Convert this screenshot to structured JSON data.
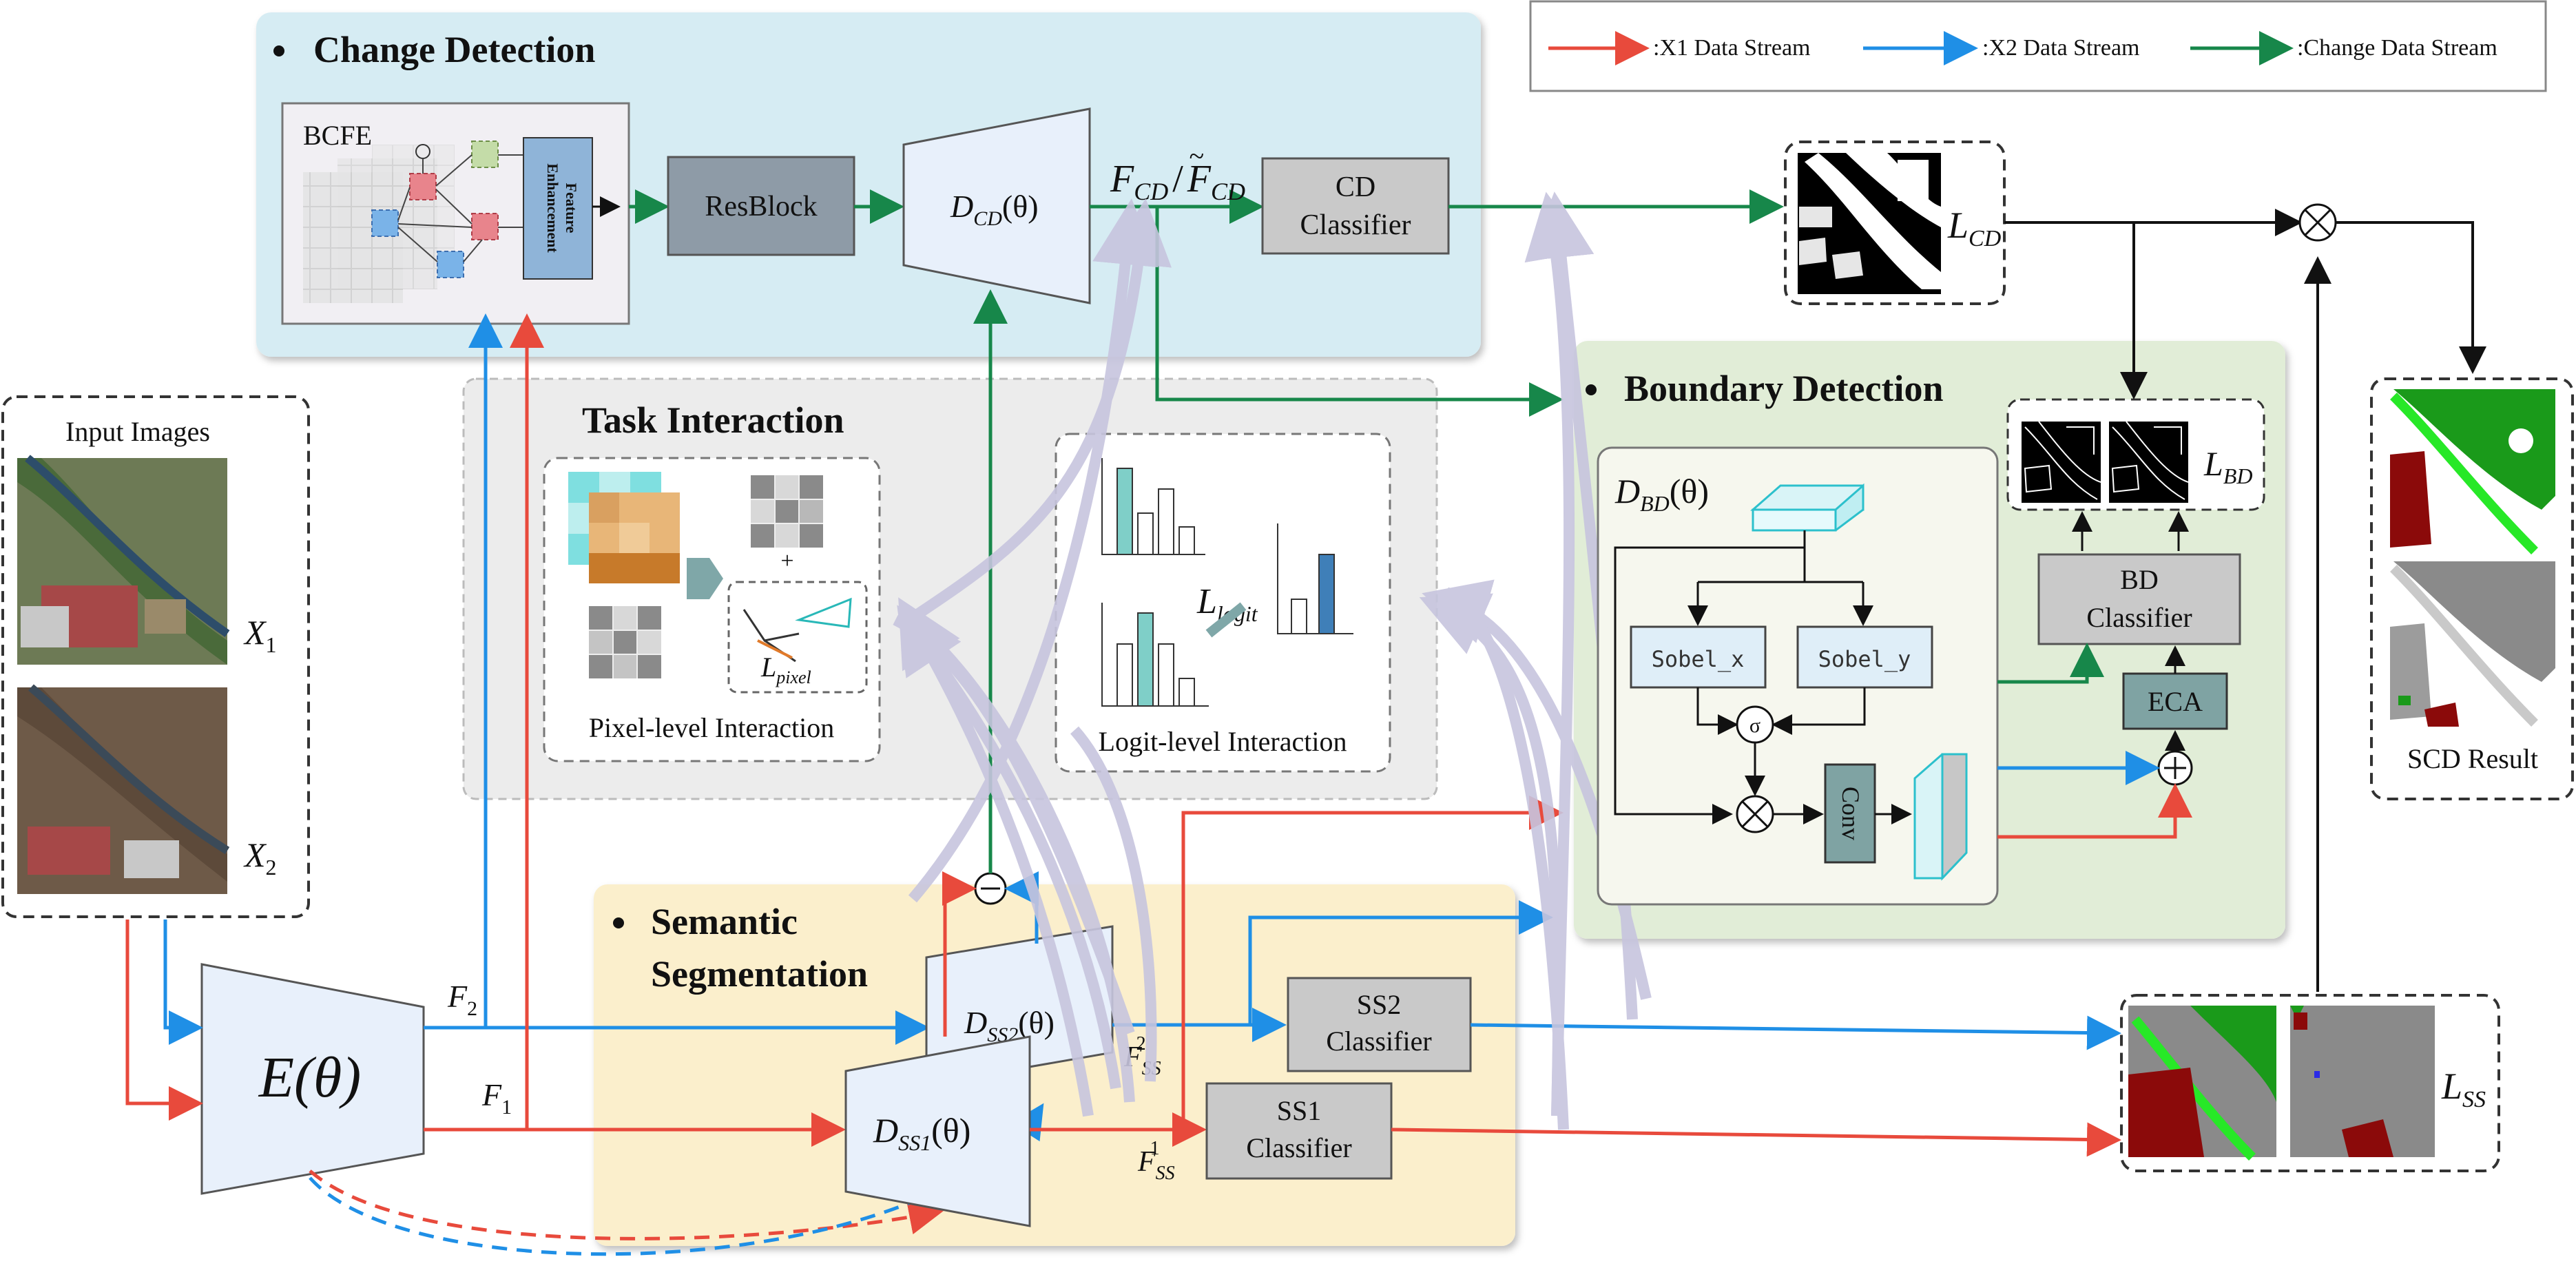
{
  "legend": {
    "x1": ":X1 Data Stream",
    "x2": ":X2 Data Stream",
    "change": ":Change Data Stream"
  },
  "colors": {
    "x1_stream": "#e84a3c",
    "x2_stream": "#1f8fe6",
    "change_stream": "#17874a",
    "cd_panel": "#d6ecf3",
    "ti_panel": "#ececec",
    "ss_panel": "#fbefcc",
    "bd_panel": "#e1edd7"
  },
  "change_detection": {
    "title": "Change Detection",
    "bcfe": "BCFE",
    "feature_enhancement_line1": "Feature",
    "feature_enhancement_line2": "Enhancement",
    "resblock": "ResBlock",
    "decoder_main": "D",
    "decoder_sub": "CD",
    "decoder_arg": "(θ)",
    "f_cd": "F",
    "f_cd_sub": "CD",
    "f_cd_tilde_sep": "/",
    "classifier_line1": "CD",
    "classifier_line2": "Classifier",
    "loss": "L",
    "loss_sub": "CD"
  },
  "task_interaction": {
    "title": "Task Interaction",
    "pixel_caption": "Pixel-level Interaction",
    "logit_caption": "Logit-level Interaction",
    "plus": "+",
    "l_pixel": "L",
    "l_pixel_sub": "pixel",
    "l_logit": "L",
    "l_logit_sub": "logit"
  },
  "boundary_detection": {
    "title": "Boundary Detection",
    "decoder_main": "D",
    "decoder_sub": "BD",
    "decoder_arg": "(θ)",
    "sobel_x": "Sobel_x",
    "sobel_y": "Sobel_y",
    "sigma": "σ",
    "conv": "Conv",
    "classifier_line1": "BD",
    "classifier_line2": "Classifier",
    "eca": "ECA",
    "loss": "L",
    "loss_sub": "BD"
  },
  "semantic_segmentation": {
    "title_line1": "Semantic",
    "title_line2": "Segmentation",
    "d_ss2": "D",
    "d_ss2_sub": "SS2",
    "d_ss1": "D",
    "d_ss1_sub": "SS1",
    "arg": "(θ)",
    "ss2_line1": "SS2",
    "ss2_line2": "Classifier",
    "ss1_line1": "SS1",
    "ss1_line2": "Classifier",
    "f_ss2": "F",
    "f_ss2_sup": "2",
    "f_ss1": "F",
    "f_ss1_sup": "1",
    "f_ss_sub": "SS",
    "loss": "L",
    "loss_sub": "SS"
  },
  "inputs": {
    "title": "Input Images",
    "x1": "X",
    "x1_sub": "1",
    "x2": "X",
    "x2_sub": "2"
  },
  "encoder": {
    "label": "E(θ)",
    "f1": "F",
    "f1_sub": "1",
    "f2": "F",
    "f2_sub": "2"
  },
  "result": {
    "title": "SCD Result"
  }
}
